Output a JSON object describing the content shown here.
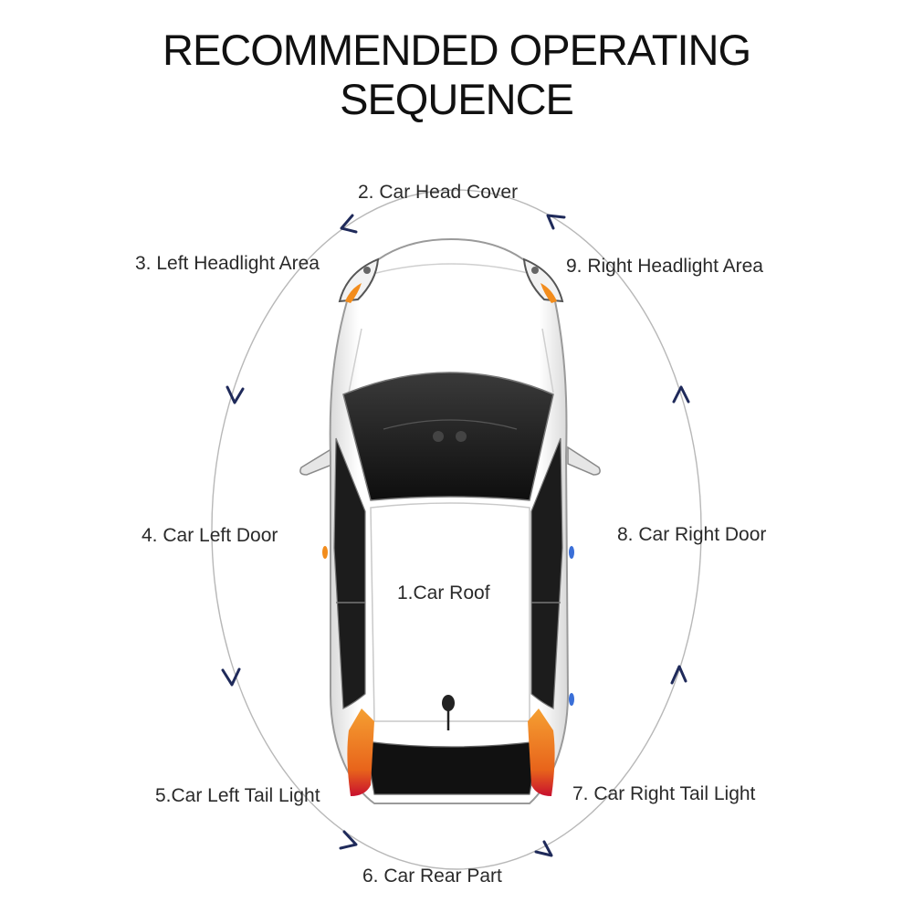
{
  "title": {
    "line1": "RECOMMENDED OPERATING",
    "line2": "SEQUENCE"
  },
  "steps": [
    "1.Car Roof",
    "2. Car Head Cover",
    "3.  Left Headlight Area",
    "4. Car Left Door",
    "5.Car Left Tail Light",
    "6. Car Rear Part",
    "7. Car Right Tail Light",
    "8. Car Right Door",
    "9. Right Headlight Area"
  ],
  "colors": {
    "arrow": "#1f2a5a",
    "ellipse": "#b8b8b8",
    "headlight_accent": "#f28c1c",
    "tail_light": "#e8641b",
    "tail_light_red": "#c8102e",
    "glass": "#1c1c1c"
  }
}
